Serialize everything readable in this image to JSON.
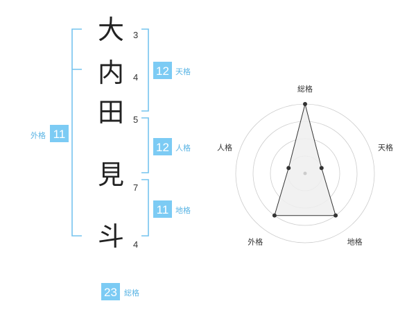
{
  "name": {
    "characters": [
      {
        "char": "大",
        "strokes": "3"
      },
      {
        "char": "内",
        "strokes": "4"
      },
      {
        "char": "田",
        "strokes": "5"
      },
      {
        "char": "見",
        "strokes": "7"
      },
      {
        "char": "斗",
        "strokes": "4"
      }
    ]
  },
  "fortunes": {
    "tenkaku": {
      "value": "12",
      "label": "天格"
    },
    "jinkaku": {
      "value": "12",
      "label": "人格"
    },
    "chikaku": {
      "value": "11",
      "label": "地格"
    },
    "gaikaku": {
      "value": "11",
      "label": "外格"
    },
    "soukaku": {
      "value": "23",
      "label": "総格"
    }
  },
  "colors": {
    "accent": "#7ccbf4",
    "bracket": "#74c3ee",
    "label": "#5ab4e4",
    "char": "#222222",
    "grid": "#cccccc",
    "polygon_fill": "#eeeeee",
    "polygon_stroke": "#333333"
  },
  "chart_data": {
    "type": "radar",
    "axes": [
      "総格",
      "天格",
      "地格",
      "外格",
      "人格"
    ],
    "values": [
      4,
      1,
      3,
      3,
      1
    ],
    "rmax": 4,
    "rings": 4
  }
}
